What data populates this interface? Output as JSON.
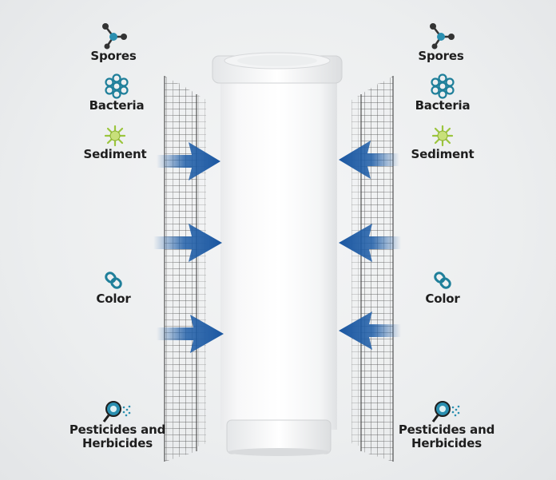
{
  "left_labels": [
    {
      "text": "Spores",
      "icon": "spores-icon"
    },
    {
      "text": "Bacteria",
      "icon": "bacteria-icon"
    },
    {
      "text": "Sediment",
      "icon": "sediment-icon"
    },
    {
      "text": "Color",
      "icon": "color-icon"
    },
    {
      "text": "Pesticides and",
      "text2": "Herbicides",
      "icon": "pesticides-icon"
    }
  ],
  "right_labels": [
    {
      "text": "Spores",
      "icon": "spores-icon"
    },
    {
      "text": "Bacteria",
      "icon": "bacteria-icon"
    },
    {
      "text": "Sediment",
      "icon": "sediment-icon"
    },
    {
      "text": "Color",
      "icon": "color-icon"
    },
    {
      "text": "Pesticides and",
      "text2": "Herbicides",
      "icon": "pesticides-icon"
    }
  ],
  "colors": {
    "arrow": "#1f5ea8",
    "icon_teal": "#1f7f9a",
    "icon_green": "#9bc53d",
    "mesh": "#555555"
  }
}
